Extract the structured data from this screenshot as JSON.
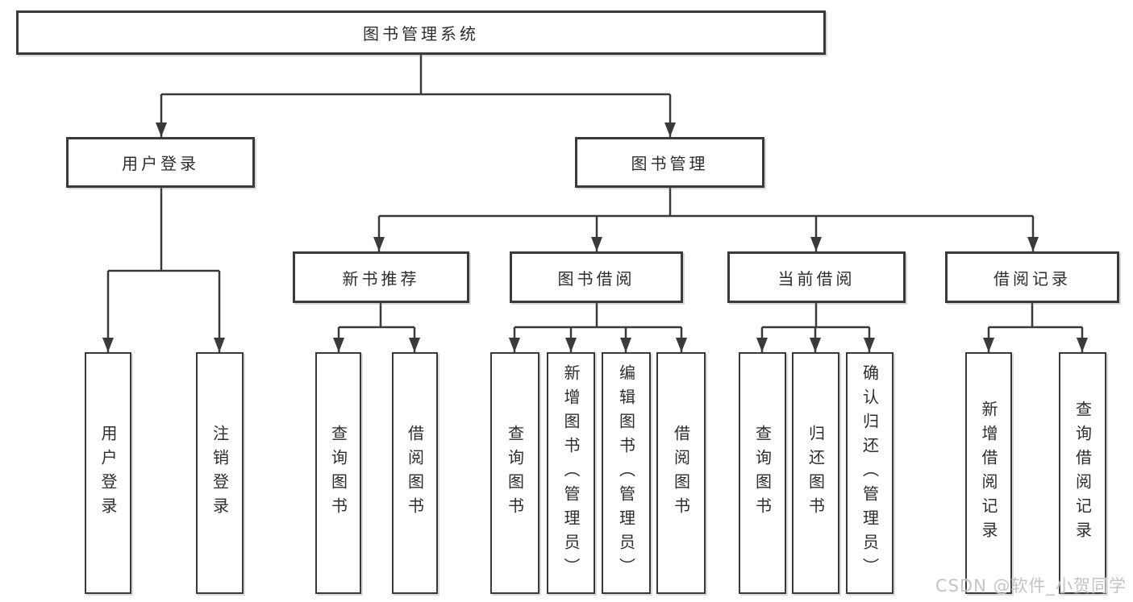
{
  "tree": {
    "root": "图书管理系统",
    "branches": [
      {
        "label": "用户登录",
        "leaves": [
          "用户登录",
          "注销登录"
        ]
      },
      {
        "label": "图书管理",
        "groups": [
          {
            "label": "新书推荐",
            "leaves": [
              "查询图书",
              "借阅图书"
            ]
          },
          {
            "label": "图书借阅",
            "leaves": [
              "查询图书",
              "新增图书（管理员）",
              "编辑图书（管理员）",
              "借阅图书"
            ]
          },
          {
            "label": "当前借阅",
            "leaves": [
              "查询图书",
              "归还图书",
              "确认归还（管理员）"
            ]
          },
          {
            "label": "借阅记录",
            "leaves": [
              "新增借阅记录",
              "查询借阅记录"
            ]
          }
        ]
      }
    ]
  },
  "watermark": {
    "text": "CSDN @软件_小贺同学"
  },
  "colors": {
    "line": "#3a3a3a",
    "text": "#2d2d2d",
    "background": "#ffffff",
    "watermark": "#c1c1c1"
  }
}
